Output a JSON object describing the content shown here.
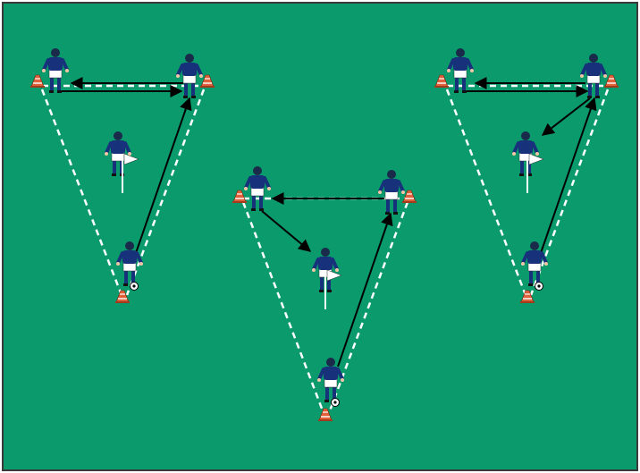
{
  "diagram": {
    "type": "soccer-drill",
    "pitch_color": "#0a9a6c",
    "border_color": "#3a3a3a",
    "player_shirt_color": "#17327a",
    "player_shorts_color": "#ffffff",
    "player_skin_color": "#f2c7a5",
    "cone_color": "#e0603a",
    "flag_color": "#ffffff",
    "pass_line_color": "#000000",
    "boundary_line_color": "#ffffff",
    "panels": [
      {
        "id": "left",
        "players": 4,
        "cones": 3,
        "has_flag_mannequin": true,
        "pass_sequence": [
          "bottom-to-top-right",
          "top-right-to-top-left",
          "top-left-to-top-right"
        ]
      },
      {
        "id": "center",
        "players": 4,
        "cones": 3,
        "has_flag_mannequin": true,
        "pass_sequence": [
          "bottom-to-top-right",
          "top-right-to-top-left",
          "top-left-to-middle"
        ]
      },
      {
        "id": "right",
        "players": 4,
        "cones": 3,
        "has_flag_mannequin": true,
        "pass_sequence": [
          "bottom-to-top-right",
          "top-right-to-middle",
          "top-left-to-top-right"
        ]
      }
    ]
  }
}
